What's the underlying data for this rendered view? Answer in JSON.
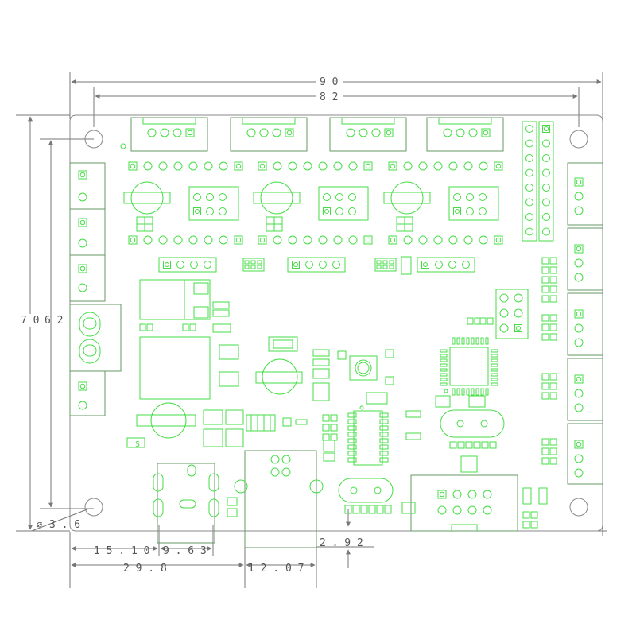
{
  "dimensions": {
    "width_total": "9 0",
    "width_holes": "8 2",
    "height_total": "7 0",
    "height_holes": "6 2",
    "hole_diameter": "3 . 6",
    "offset_left_1": "1 5 . 1 0",
    "offset_left_2": "9 . 6 3",
    "offset_usb": "2 9 . 8",
    "offset_eth": "1 2 . 0 7",
    "offset_small": "2 . 9 2"
  },
  "colors": {
    "component": "#44dd44",
    "outline": "#66aa66",
    "dimension": "#777777",
    "background": "#ffffff"
  }
}
